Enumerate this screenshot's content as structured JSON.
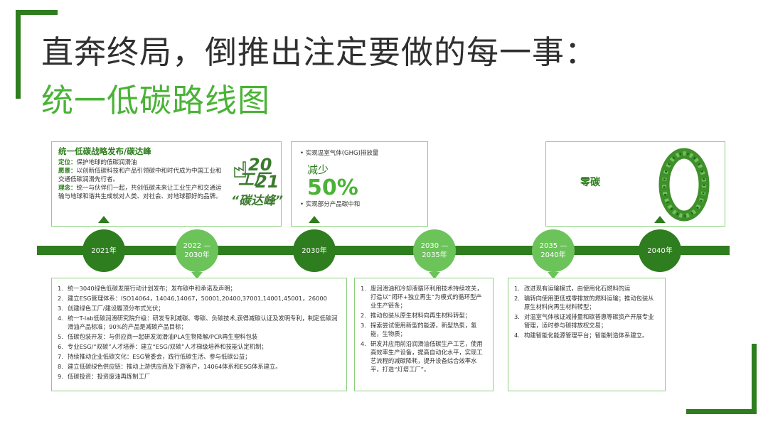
{
  "title": {
    "line1": "直奔终局，倒推出注定要做的每一事：",
    "line2": "统一低碳路线图"
  },
  "box_2021": {
    "heading": "统一低碳战略发布/碳达峰",
    "lines": [
      {
        "label": "定位：",
        "text": "保护地球的低碳润滑油"
      },
      {
        "label": "愿景：",
        "text": "以创新低碳科技和产品引领碳中和时代成为中国工业和交通低碳润滑先行者。"
      },
      {
        "label": "理念：",
        "text": "统一与伙伴们一起，共创低碳未来让工业生产和交通运输与地球和谐共生成就对人类、对社会、对地球都好的品牌。"
      }
    ],
    "stamp": {
      "y1": "20",
      "y2": "工厂",
      "y3": "21",
      "y4": "“碳达峰”"
    }
  },
  "box_2030": {
    "bullet1": "• 实现温室气体(GHG)排放量",
    "reduce": "减少",
    "percent": "50%",
    "bullet2": "• 实现部分产品碳中和"
  },
  "box_2040": {
    "label": "零碳",
    "icon": "leaf-zero-icon"
  },
  "timeline": {
    "markers": [
      {
        "label": "2021年"
      },
      {
        "label": "2022 — 2030年"
      },
      {
        "label": "2030年"
      },
      {
        "label": "2030 — 2035年"
      },
      {
        "label": "2035 — 2040年"
      },
      {
        "label": "2040年"
      }
    ]
  },
  "list_2022_2030": [
    {
      "n": "1.",
      "text": "统一3040绿色低碳发展行动计划发布；发布碳中和承诺及声明；"
    },
    {
      "n": "2.",
      "text": "建立ESG管理体系：ISO14064，14046,14067，50001,20400,37001,14001,45001，26000"
    },
    {
      "n": "3.",
      "text": "创建绿色工厂/建设履顶分布式光伏；"
    },
    {
      "n": "4.",
      "text": "统一T-lab低碳润滑研究院升级：研发专利减碳、零碳、负碳技术,获得减碳认证及发明专利，制定低碳润滑油产品标准；90%的产品是减碳产品目标；"
    },
    {
      "n": "5.",
      "text": "低碳包装开发：与供应商一起研发润滑油PLA生物降解/PCR再生塑料包装"
    },
    {
      "n": "6.",
      "text": "专业ESG/“双碳”人才培养：建立“ESG/双碳”人才梯级培养和技能认定机制；"
    },
    {
      "n": "7.",
      "text": "持续推动企业低碳文化：ESG管委会，践行低碳生活、参与低碳公益；"
    },
    {
      "n": "8.",
      "text": "建立低碳绿色供应链：推动上游供应商及下游客户，14064体系和ESG体系建立。"
    },
    {
      "n": "9.",
      "text": "低碳投资：投资废油再炼制工厂"
    }
  ],
  "list_2030_2035": [
    {
      "n": "1.",
      "text": "废润滑油和冷却液循环利用技术持续攻关，打造以“闭环+独立再生”为模式的循环型产业生产链条；"
    },
    {
      "n": "2.",
      "text": "推动包装从原生材料向再生材料转型；"
    },
    {
      "n": "3.",
      "text": "探索尝试使用新型的能源，新型热泵，氢能，生物质；"
    },
    {
      "n": "4.",
      "text": "研发并应用前沿润滑油低碳生产工艺，使用高效率生产设备，提高自动化水平，实现工艺流程的减碳降耗，提升设备综合效率水平，打造“灯塔工厂”。"
    }
  ],
  "list_2035_2040": [
    {
      "n": "1.",
      "text": "改进现有运输模式，由使用化石燃料的运"
    },
    {
      "n": "2.",
      "text": "输转向使用更低或零排放的燃料运输；推动包装从原生材料向再生材料转型；"
    },
    {
      "n": "3.",
      "text": "对温室气体核证减排量和碳普惠等碳资产开展专业管理，适时参与碳排放权交易；"
    },
    {
      "n": "4.",
      "text": "构建智能化能源管理平台；智能制造体系建立。"
    }
  ],
  "colors": {
    "dark_green": "#2e7d1e",
    "light_green": "#6cc35a",
    "accent_green": "#4ab337"
  }
}
